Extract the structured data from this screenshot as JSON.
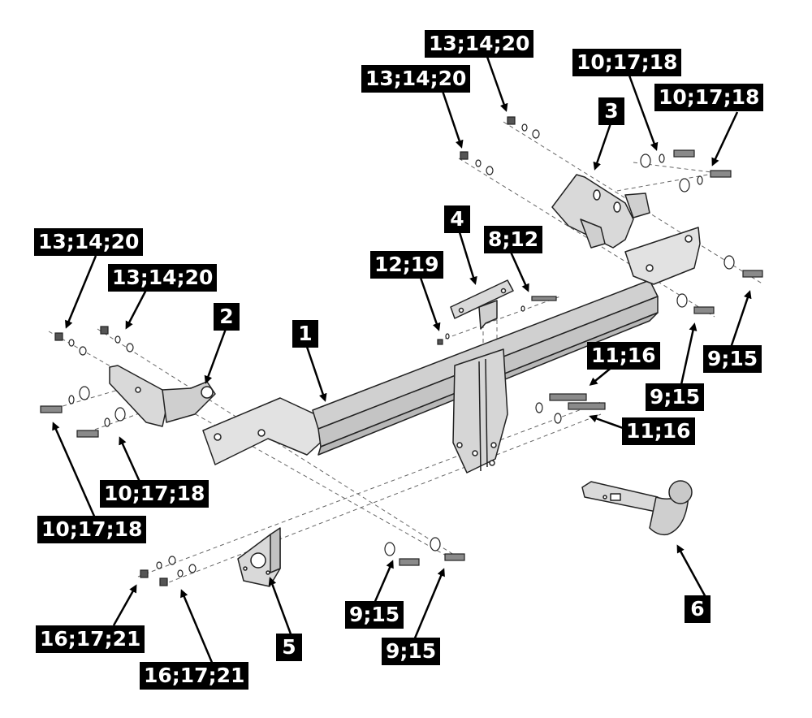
{
  "colors": {
    "label_bg": "#000000",
    "label_text": "#ffffff",
    "part_fill": "#d9d9d9",
    "part_stroke": "#222222",
    "hardware_fill": "#555555",
    "leader_line": "#000000",
    "axis_line": "#666666"
  },
  "part_numbers": {
    "p1": "1",
    "p2": "2",
    "p3": "3",
    "p4": "4",
    "p5": "5",
    "p6": "6"
  },
  "hardware_labels": {
    "top_nut_a": "13;14;20",
    "top_nut_b": "13;14;20",
    "top_bolt_a": "10;17;18",
    "top_bolt_b": "10;17;18",
    "left_nut_a": "13;14;20",
    "left_nut_b": "13;14;20",
    "left_bolt_a": "10;17;18",
    "left_bolt_b": "10;17;18",
    "center_nut": "12;19",
    "center_bolt": "8;12",
    "right_bolt_a": "9;15",
    "right_bolt_b": "9;15",
    "mid_bolt_a": "11;16",
    "mid_bolt_b": "11;16",
    "bottom_bolt_a": "9;15",
    "bottom_bolt_b": "9;15",
    "bottom_nut_a": "16;17;21",
    "bottom_nut_b": "16;17;21"
  }
}
